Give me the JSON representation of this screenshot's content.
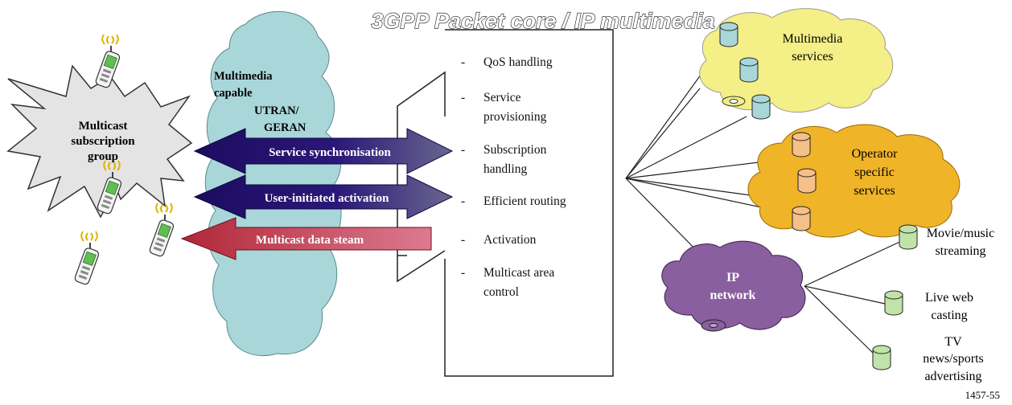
{
  "title": "3GPP Packet core / IP multimedia",
  "figure_number": "1457-55",
  "multicast_group": {
    "lines": [
      "Multicast",
      "subscription",
      "group"
    ]
  },
  "ran_cloud": {
    "lines": [
      "Multimedia",
      "capable",
      "UTRAN/",
      "GERAN"
    ]
  },
  "arrows": {
    "service_sync": "Service synchronisation",
    "user_activation": "User-initiated activation",
    "multicast_data": "Multicast data steam"
  },
  "functions": [
    {
      "dash": "-",
      "lines": [
        "QoS handling"
      ]
    },
    {
      "dash": "-",
      "lines": [
        "Service",
        "provisioning"
      ]
    },
    {
      "dash": "-",
      "lines": [
        "Subscription",
        "handling"
      ]
    },
    {
      "dash": "-",
      "lines": [
        "Efficient routing"
      ]
    },
    {
      "dash": "-",
      "lines": [
        "Activation"
      ]
    },
    {
      "dash": "-",
      "lines": [
        "Multicast area",
        "control"
      ]
    }
  ],
  "clouds": {
    "multimedia": {
      "lines": [
        "Multimedia",
        "services"
      ]
    },
    "operator": {
      "lines": [
        "Operator",
        "specific",
        "services"
      ]
    },
    "ip_network": {
      "lines": [
        "IP",
        "network"
      ]
    }
  },
  "ip_services": [
    {
      "lines": [
        "Movie/music",
        "streaming"
      ]
    },
    {
      "lines": [
        "Live web",
        "casting"
      ]
    },
    {
      "lines": [
        "TV",
        "news/sports",
        "advertising"
      ]
    }
  ],
  "colors": {
    "ran_cloud": "#a9d6d9",
    "multimedia_cloud": "#f4ef86",
    "operator_cloud": "#f0b428",
    "ip_cloud": "#8a5fa0",
    "dark_arrow": "#23126e",
    "data_arrow": "#c24a5e",
    "db_blue": "#a9d6d9",
    "db_orange": "#f5c08a",
    "db_green": "#bfe3a8",
    "phone_screen": "#5fbf50"
  },
  "icons": [
    "mobile-phone-icon",
    "database-icon",
    "cd-disc-icon"
  ]
}
